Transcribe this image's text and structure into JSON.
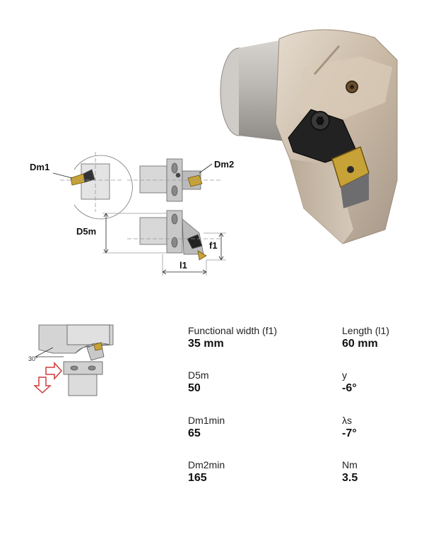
{
  "diagram": {
    "labels": {
      "dm1": "Dm1",
      "dm2": "Dm2",
      "d5m": "D5m",
      "f1": "f1",
      "l1": "l1",
      "angle": "30°"
    }
  },
  "specs": [
    {
      "label": "Functional width (f1)",
      "value": "35 mm"
    },
    {
      "label": "Length (l1)",
      "value": "60 mm"
    },
    {
      "label": "D5m",
      "value": "50"
    },
    {
      "label": "y",
      "value": "-6°"
    },
    {
      "label": "Dm1min",
      "value": "65"
    },
    {
      "label": "λs",
      "value": "-7°"
    },
    {
      "label": "Dm2min",
      "value": "165"
    },
    {
      "label": "Nm",
      "value": "3.5"
    }
  ],
  "colors": {
    "body_metal": "#cdbfae",
    "shank_metal": "#b9b5b0",
    "insert_gold": "#c7a236",
    "clamp_black": "#1c1c1c",
    "arrow_red": "#d23a3a"
  }
}
